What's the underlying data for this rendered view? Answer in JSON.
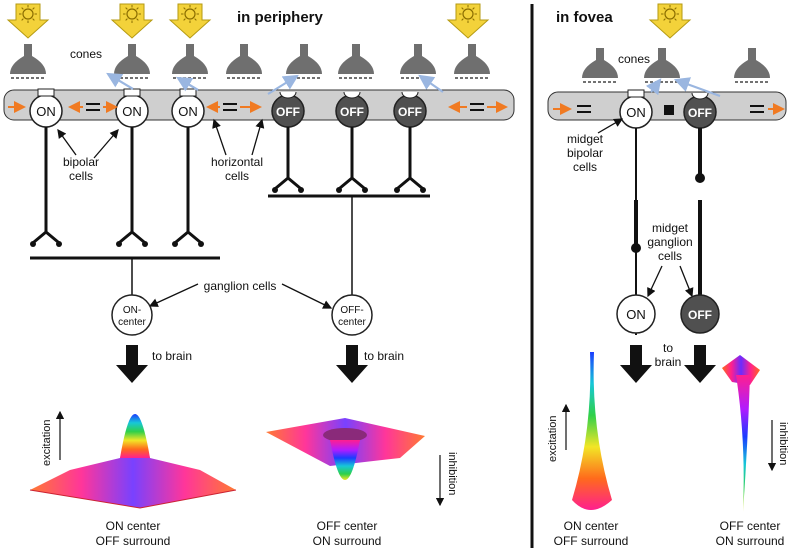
{
  "titles": {
    "periphery": "in periphery",
    "fovea": "in fovea"
  },
  "labels": {
    "cones_left": "cones",
    "cones_right": "cones",
    "bipolar_cells": [
      "bipolar",
      "cells"
    ],
    "horizontal_cells": [
      "horizontal",
      "cells"
    ],
    "ganglion_cells": "ganglion cells",
    "on_center_cell": [
      "ON-",
      "center"
    ],
    "off_center_cell": [
      "OFF-",
      "center"
    ],
    "to_brain_left": "to brain",
    "to_brain_mid": "to brain",
    "to_brain_right": [
      "to",
      "brain"
    ],
    "midget_bipolar": [
      "midget",
      "bipolar",
      "cells"
    ],
    "midget_ganglion": [
      "midget",
      "ganglion",
      "cells"
    ],
    "excitation": "excitation",
    "inhibition": "inhibition",
    "on": "ON",
    "off": "OFF"
  },
  "captions": {
    "periphery_on": [
      "ON center",
      "OFF surround"
    ],
    "periphery_off": [
      "OFF center",
      "ON surround"
    ],
    "fovea_on": [
      "ON center",
      "OFF surround"
    ],
    "fovea_off": [
      "OFF center",
      "ON surround"
    ]
  },
  "colors": {
    "cone": "#6f6f6f",
    "sun": "#f3d23a",
    "sun_stroke": "#b59a12",
    "membrane": "#cfcfcf",
    "off_cell": "#505050",
    "orange_arrow": "#f07a22",
    "blue_arrow": "#9ab6e0"
  },
  "icons": [
    "sun-arrow-icon",
    "cone-cell-icon",
    "down-arrow-icon"
  ]
}
